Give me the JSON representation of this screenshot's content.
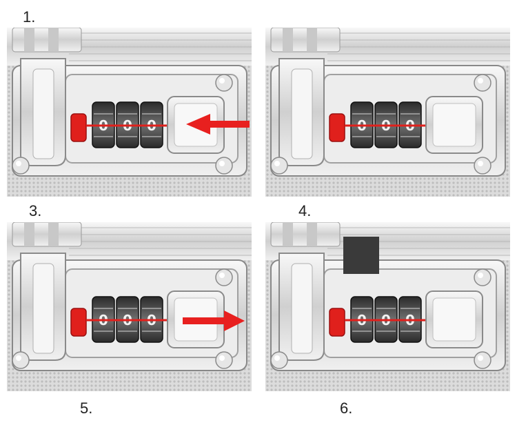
{
  "steps": [
    {
      "label": "1.",
      "digits": [
        "0",
        "0",
        "0"
      ],
      "arrow": "left"
    },
    {
      "label": "3.",
      "digits": [
        "0",
        "0",
        "0"
      ],
      "arrow": "none"
    },
    {
      "label": "4.",
      "digits": [
        "0",
        "0",
        "0"
      ],
      "arrow": "right"
    },
    {
      "label": "5.",
      "digits": [
        "0",
        "0",
        "0"
      ],
      "arrow": "none"
    },
    {
      "label": "6.",
      "digits": [],
      "arrow": "none"
    }
  ],
  "colors": {
    "arrow": "#e8201f",
    "lock_button": "#e0201c",
    "metal": "#e4e4e4",
    "dial": "#3c3c3c"
  }
}
